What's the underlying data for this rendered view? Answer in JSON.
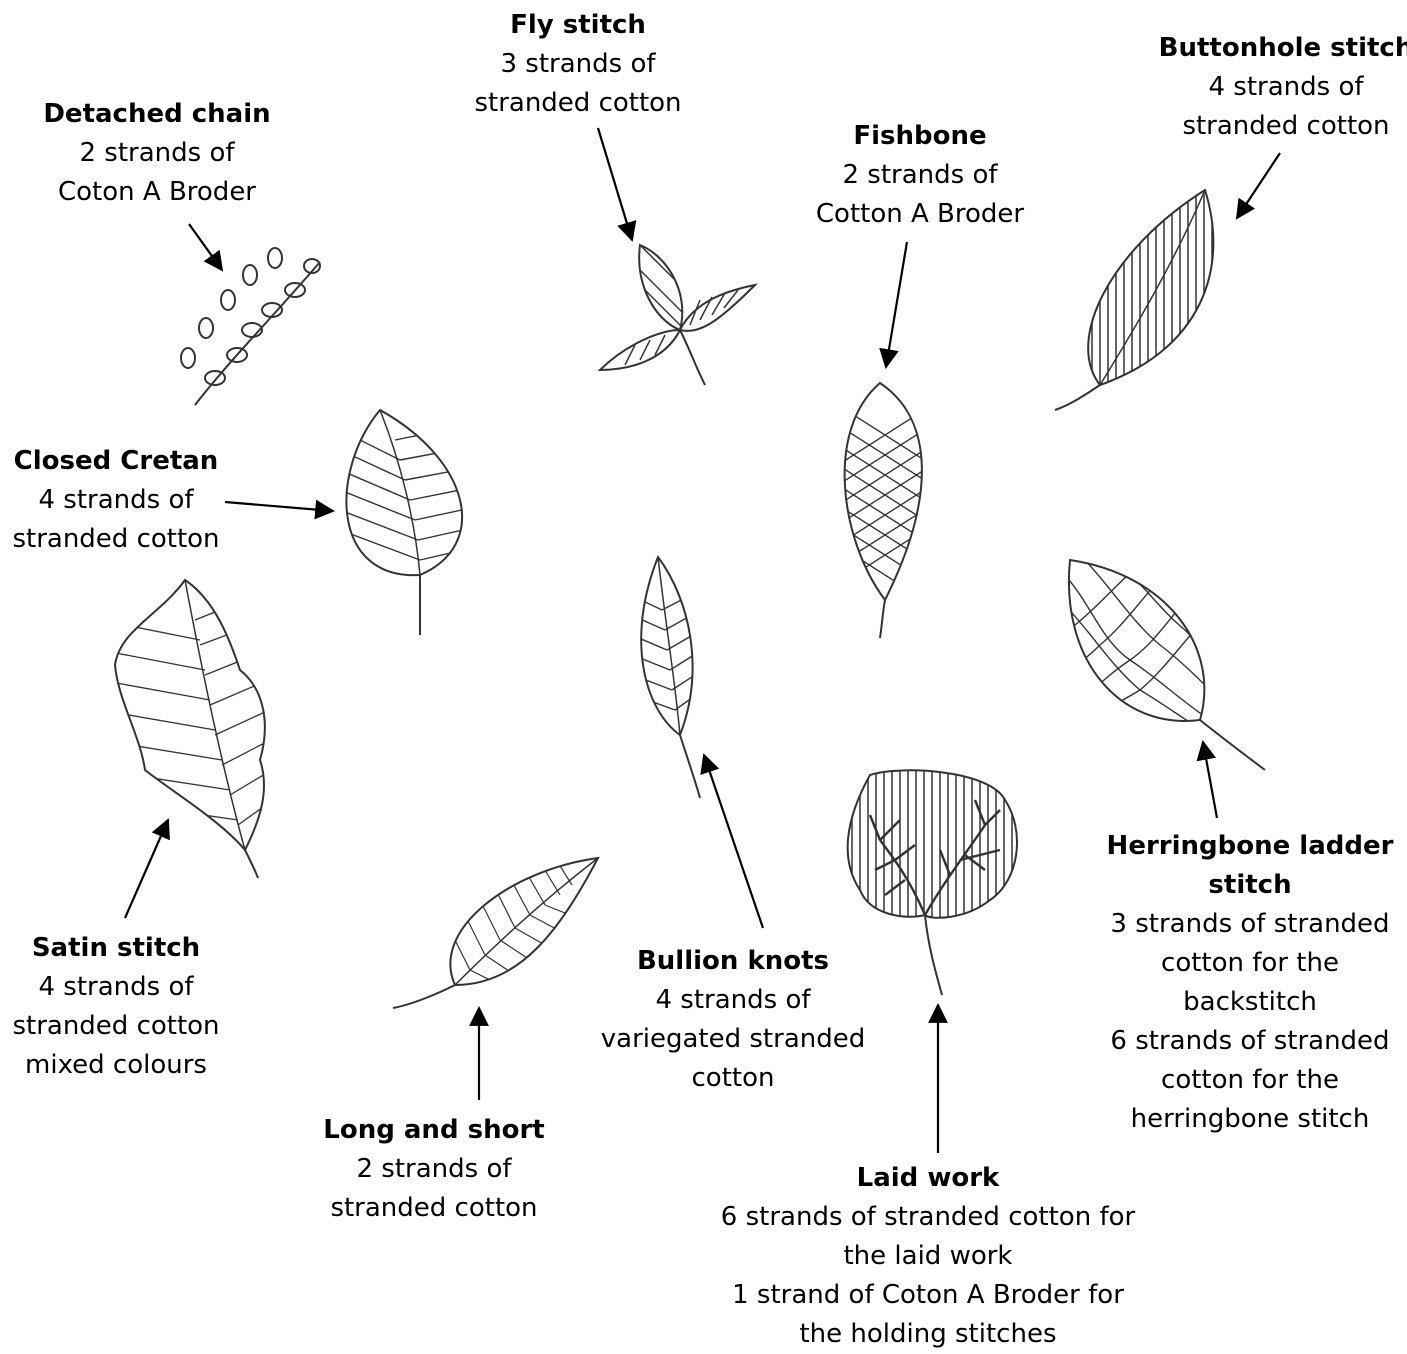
{
  "stitches": [
    {
      "id": "fly",
      "title": "Fly stitch",
      "lines": [
        "3 strands of",
        "stranded cotton"
      ]
    },
    {
      "id": "buttonhole",
      "title": "Buttonhole stitch",
      "lines": [
        "4 strands of",
        "stranded cotton"
      ]
    },
    {
      "id": "detached",
      "title": "Detached chain",
      "lines": [
        "2 strands of",
        "Coton A Broder"
      ]
    },
    {
      "id": "fishbone",
      "title": "Fishbone",
      "lines": [
        "2 strands of",
        "Cotton A Broder"
      ]
    },
    {
      "id": "cretan",
      "title": "Closed Cretan",
      "lines": [
        "4 strands of",
        "stranded cotton"
      ]
    },
    {
      "id": "herringbone",
      "title": [
        "Herringbone ladder",
        "stitch"
      ],
      "lines": [
        "3 strands of stranded",
        "cotton for the",
        "backstitch",
        "6 strands of stranded",
        "cotton for the",
        "herringbone stitch"
      ]
    },
    {
      "id": "satin",
      "title": "Satin stitch",
      "lines": [
        "4 strands of",
        "stranded cotton",
        "mixed colours"
      ]
    },
    {
      "id": "bullion",
      "title": "Bullion knots",
      "lines": [
        "4 strands of",
        "variegated stranded",
        "cotton"
      ]
    },
    {
      "id": "longshort",
      "title": "Long and short",
      "lines": [
        "2 strands of",
        "stranded cotton"
      ]
    },
    {
      "id": "laid",
      "title": "Laid work",
      "lines": [
        "6 strands of stranded cotton for",
        "the laid work",
        "1 strand of Coton A Broder for",
        "the holding stitches"
      ]
    }
  ],
  "colors": {
    "ink": "#1a1a1a",
    "outline": "#555555"
  }
}
